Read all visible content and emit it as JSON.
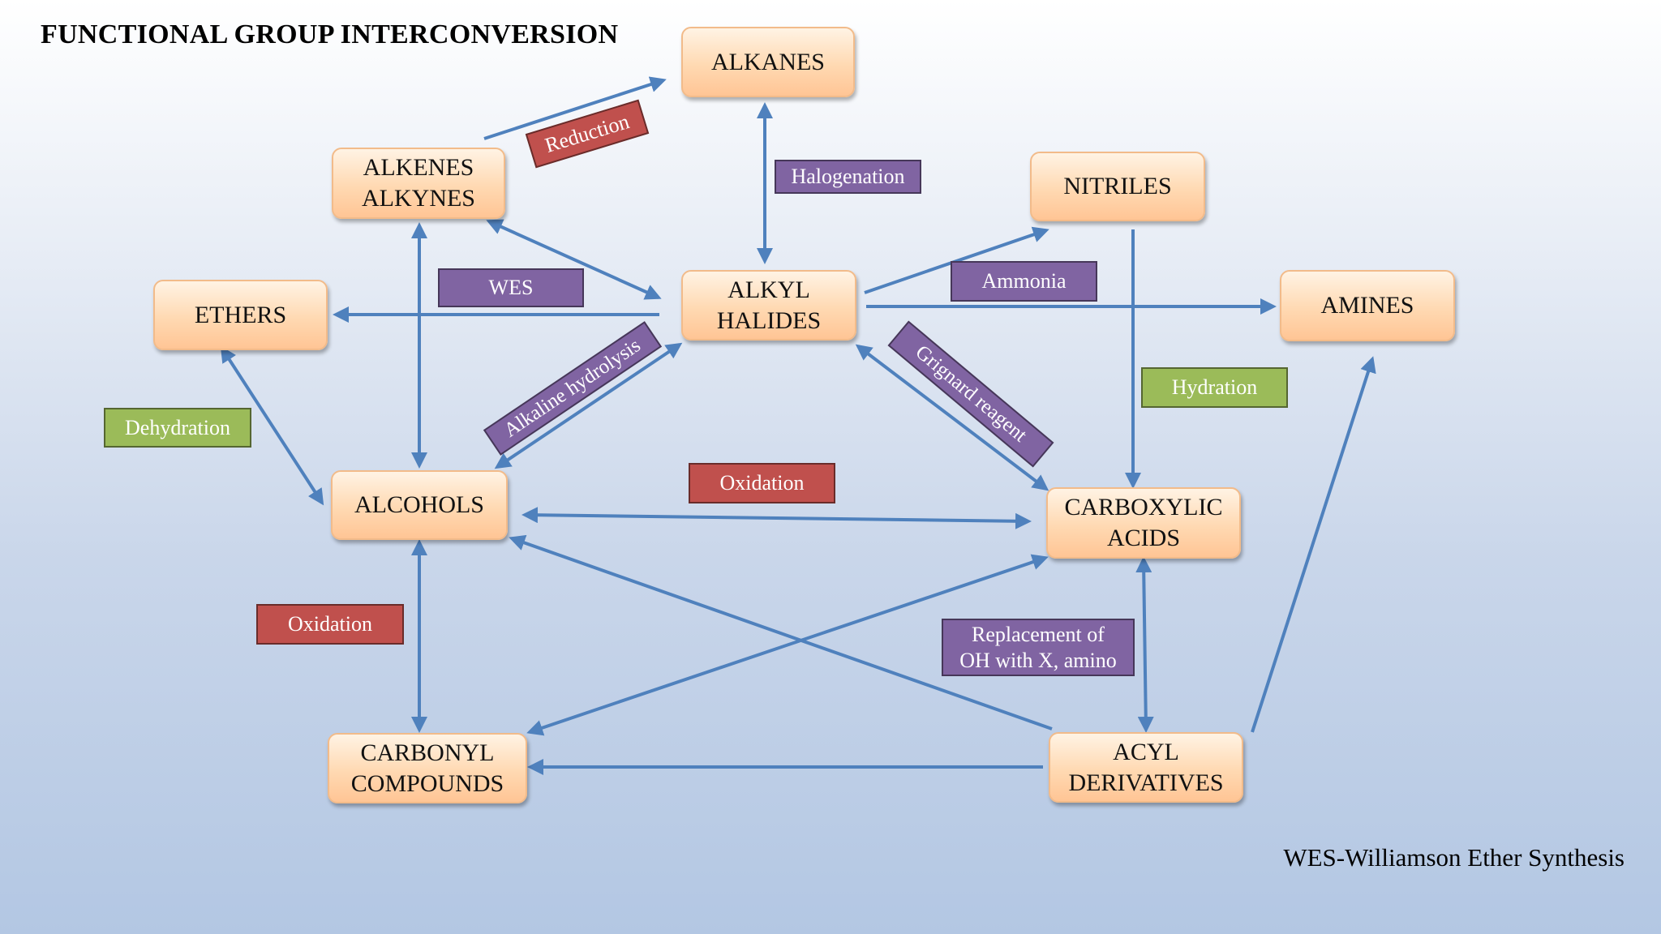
{
  "title": "FUNCTIONAL GROUP INTERCONVERSION",
  "footnote": "WES-Williamson Ether Synthesis",
  "colors": {
    "node_fill": "#ffd9b2",
    "node_border": "#f2bb8a",
    "arrow": "#4f81bd",
    "label_red": "#c0504d",
    "label_purple": "#8064a2",
    "label_green": "#9bbb59"
  },
  "nodes": {
    "alkanes": "ALKANES",
    "alkenes_alkynes": "ALKENES\nALKYNES",
    "nitriles": "NITRILES",
    "ethers": "ETHERS",
    "alkyl_halides": "ALKYL\nHALIDES",
    "amines": "AMINES",
    "alcohols": "ALCOHOLS",
    "carboxylic_acids": "CARBOXYLIC\nACIDS",
    "carbonyl_compounds": "CARBONYL\nCOMPOUNDS",
    "acyl_derivatives": "ACYL\nDERIVATIVES"
  },
  "labels": {
    "reduction": "Reduction",
    "halogenation": "Halogenation",
    "wes": "WES",
    "ammonia": "Ammonia",
    "alkaline_hydrolysis": "Alkaline hydrolysis",
    "grignard_reagent": "Grignard reagent",
    "hydration": "Hydration",
    "dehydration": "Dehydration",
    "oxidation_1": "Oxidation",
    "oxidation_2": "Oxidation",
    "replacement": "Replacement of\nOH with X, amino"
  }
}
